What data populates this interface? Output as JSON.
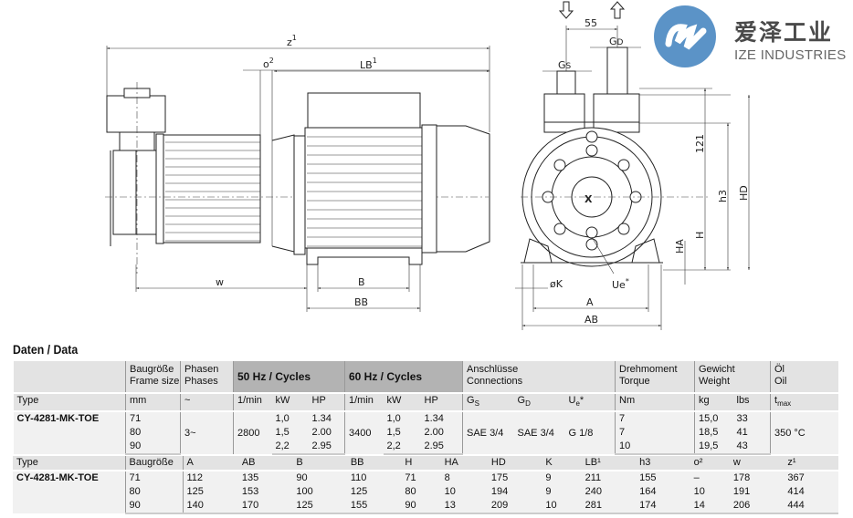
{
  "logo": {
    "chinese": "爱泽工业",
    "english": "IZE INDUSTRIES",
    "color": "#5b93c7"
  },
  "drawing": {
    "side_view": {
      "z": "z",
      "z_sup": "1",
      "o": "o",
      "o_sup": "2",
      "lb": "LB",
      "lb_sup": "1",
      "w": "w",
      "b": "B",
      "bb": "BB"
    },
    "front_view": {
      "spacing": "55",
      "gs": "G",
      "gs_sub": "S",
      "gd": "G",
      "gd_sub": "D",
      "h121": "121",
      "h3": "h3",
      "hd": "HD",
      "h": "H",
      "ha": "HA",
      "k": "øK",
      "ue": "Ue",
      "ue_sup": "*",
      "a": "A",
      "ab": "AB"
    }
  },
  "section_title": "Daten / Data",
  "table1": {
    "headers": {
      "frame": [
        "Baugröße",
        "Frame size"
      ],
      "phases": [
        "Phasen",
        "Phases"
      ],
      "hz50": "50 Hz / Cycles",
      "hz60": "60 Hz / Cycles",
      "connections": [
        "Anschlüsse",
        "Connections"
      ],
      "torque": [
        "Drehmoment",
        "Torque"
      ],
      "weight": [
        "Gewicht",
        "Weight"
      ],
      "oil": [
        "Öl",
        "Oil"
      ]
    },
    "units": {
      "type": "Type",
      "mm": "mm",
      "phase": "~",
      "rpm50": "1/min",
      "kw50": "kW",
      "hp50": "HP",
      "rpm60": "1/min",
      "kw60": "kW",
      "hp60": "HP",
      "gs": "G",
      "gs_sub": "S",
      "gd": "G",
      "gd_sub": "D",
      "ue": "U",
      "ue_sub": "e",
      "ue_sup": "*",
      "nm": "Nm",
      "kg": "kg",
      "lbs": "lbs",
      "t": "t",
      "t_sub": "max"
    },
    "type": "CY-4281-MK-TOE",
    "phases": "3~",
    "rpm50": "2800",
    "rpm60": "3400",
    "gs": "SAE 3/4",
    "gd": "SAE 3/4",
    "ue": "G 1/8",
    "oil": "350 °C",
    "rows": [
      {
        "frame": "71",
        "kw50": "1,0",
        "hp50": "1.34",
        "kw60": "1,0",
        "hp60": "1.34",
        "torque": "7",
        "kg": "15,0",
        "lbs": "33"
      },
      {
        "frame": "80",
        "kw50": "1,5",
        "hp50": "2.00",
        "kw60": "1,5",
        "hp60": "2.00",
        "torque": "7",
        "kg": "18,5",
        "lbs": "41"
      },
      {
        "frame": "90",
        "kw50": "2,2",
        "hp50": "2.95",
        "kw60": "2,2",
        "hp60": "2.95",
        "torque": "10",
        "kg": "19,5",
        "lbs": "43"
      }
    ]
  },
  "table2": {
    "headers": [
      "Type",
      "Baugröße",
      "A",
      "AB",
      "B",
      "BB",
      "H",
      "HA",
      "HD",
      "K",
      "LB¹",
      "h3",
      "o²",
      "w",
      "z¹"
    ],
    "type": "CY-4281-MK-TOE",
    "rows": [
      [
        "71",
        "112",
        "135",
        "90",
        "110",
        "71",
        "8",
        "175",
        "9",
        "211",
        "155",
        "–",
        "178",
        "367"
      ],
      [
        "80",
        "125",
        "153",
        "100",
        "125",
        "80",
        "10",
        "194",
        "9",
        "240",
        "164",
        "10",
        "191",
        "414"
      ],
      [
        "90",
        "140",
        "170",
        "125",
        "155",
        "90",
        "13",
        "209",
        "10",
        "281",
        "174",
        "14",
        "206",
        "444"
      ]
    ]
  }
}
